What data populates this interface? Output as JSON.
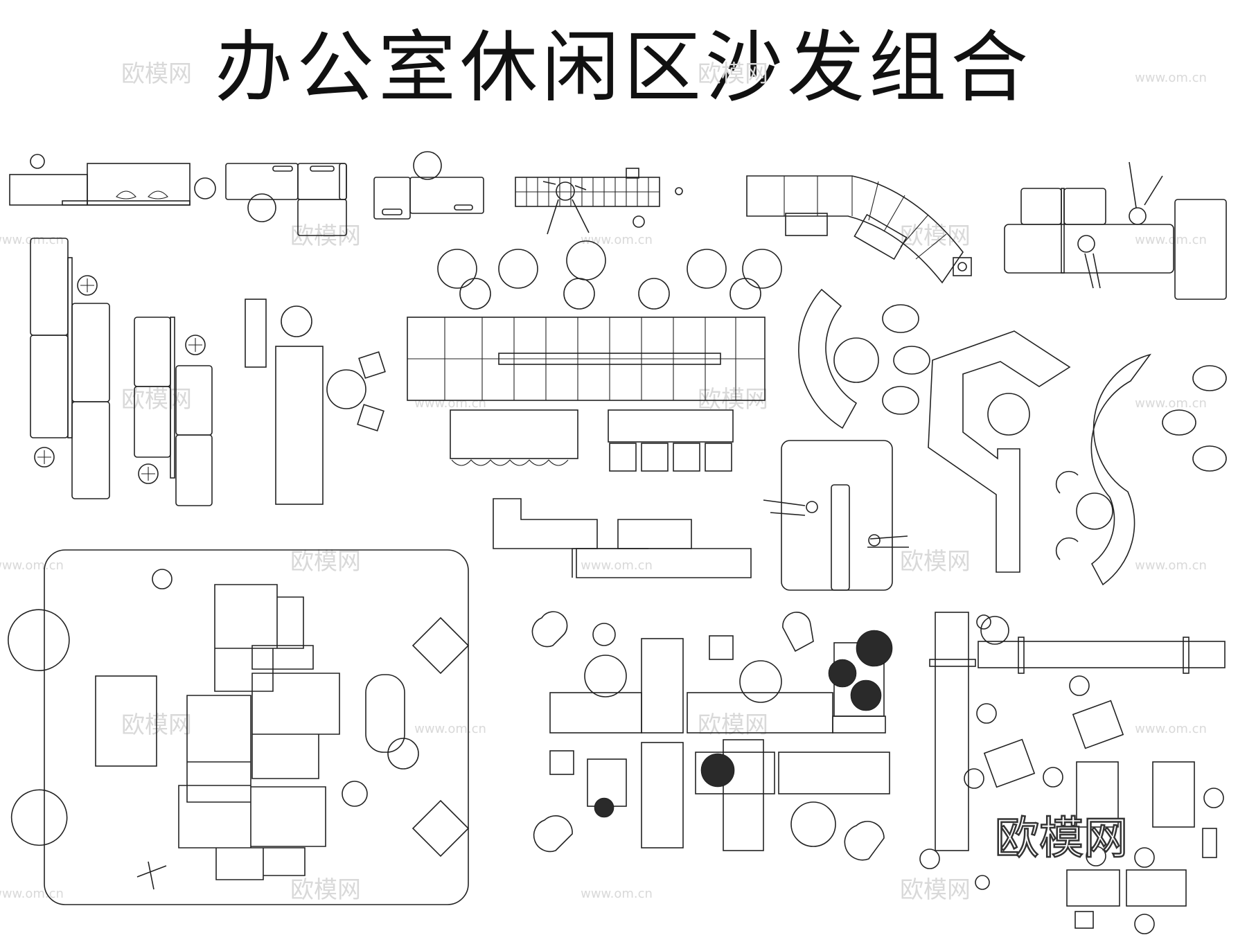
{
  "title": "办公室休闲区沙发组合",
  "watermarks": [
    {
      "text": "欧模网",
      "kind": "cn"
    },
    {
      "text": "www.om.cn",
      "kind": "url"
    }
  ],
  "logo": {
    "text": "欧模网"
  },
  "colors": {
    "line": "#222222",
    "watermark": "#d9d9d9",
    "background": "#ffffff"
  }
}
